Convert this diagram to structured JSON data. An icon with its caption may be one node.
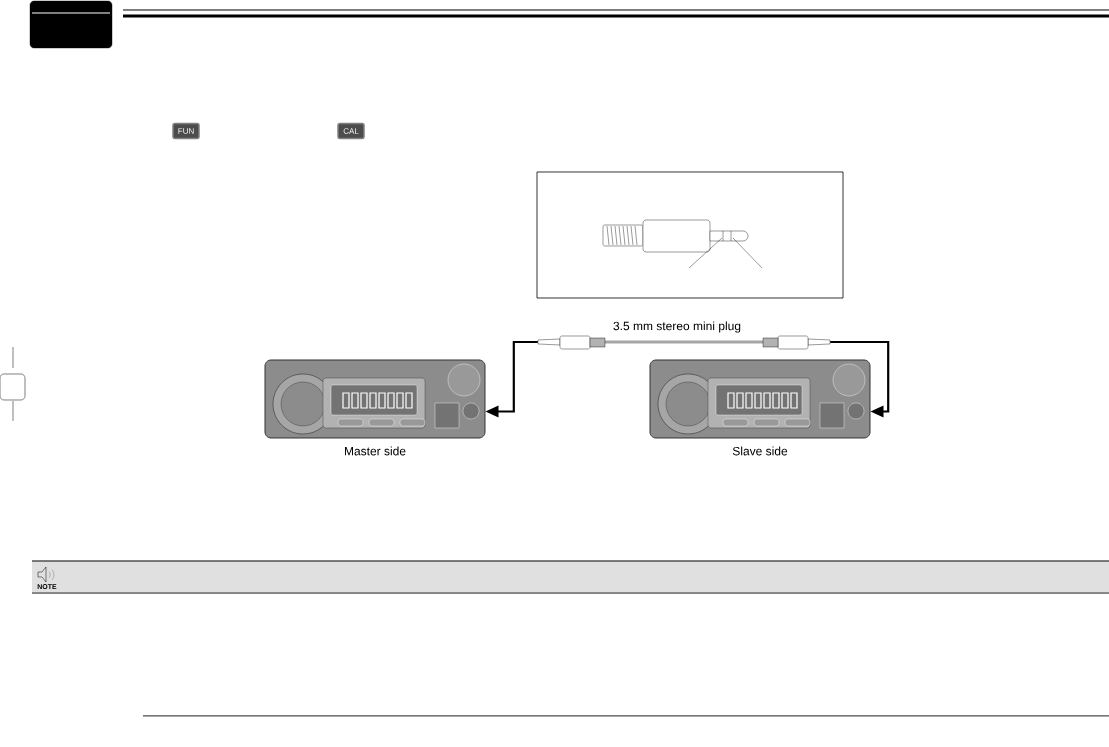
{
  "diagram": {
    "nodes": [
      {
        "text": [],
        "shape": "box"
      },
      {
        "text": [
          "FUN"
        ]
      },
      {
        "text": [
          "CAL"
        ]
      },
      {
        "text": [],
        "shape": "picture",
        "beside": [
          "Master side"
        ]
      },
      {
        "text": [],
        "shape": "picture",
        "beside": [
          "Slave side"
        ]
      },
      {
        "text": [],
        "shape": "picture",
        "beside": [
          "3.5 mm stereo mini plug"
        ]
      },
      {
        "text": [
          "NOTE"
        ]
      }
    ],
    "edges": [
      {
        "from": 5,
        "to": 3,
        "arrow": "to"
      },
      {
        "from": 5,
        "to": 4,
        "arrow": "to"
      }
    ]
  }
}
